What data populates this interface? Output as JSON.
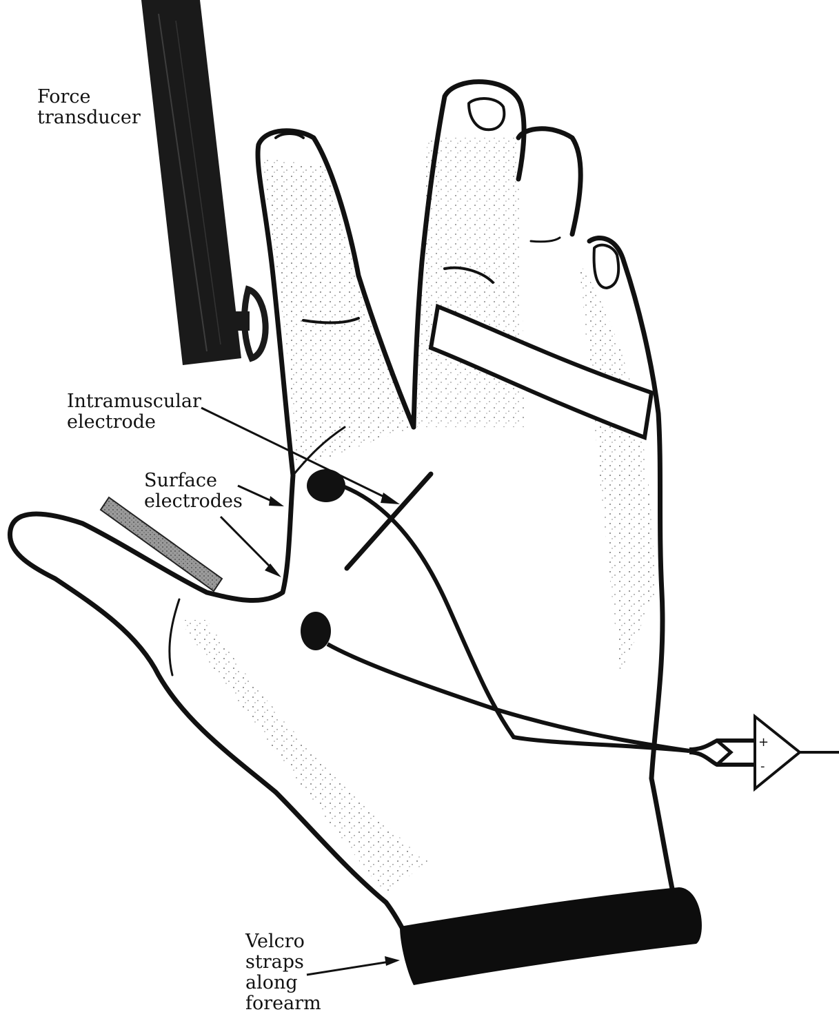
{
  "labels": {
    "force_transducer": [
      "Force",
      "transducer"
    ],
    "intramuscular_electrode": [
      "Intramuscular",
      "electrode"
    ],
    "surface_electrodes": [
      "Surface",
      "electrodes"
    ],
    "velcro_straps": [
      "Velcro",
      "straps",
      "along",
      "forearm"
    ]
  },
  "amplifier": {
    "plus": "+",
    "minus": "-"
  },
  "colors": {
    "ink": "#111111",
    "electrode_strip": "#8a8a8a",
    "background": "#ffffff"
  }
}
